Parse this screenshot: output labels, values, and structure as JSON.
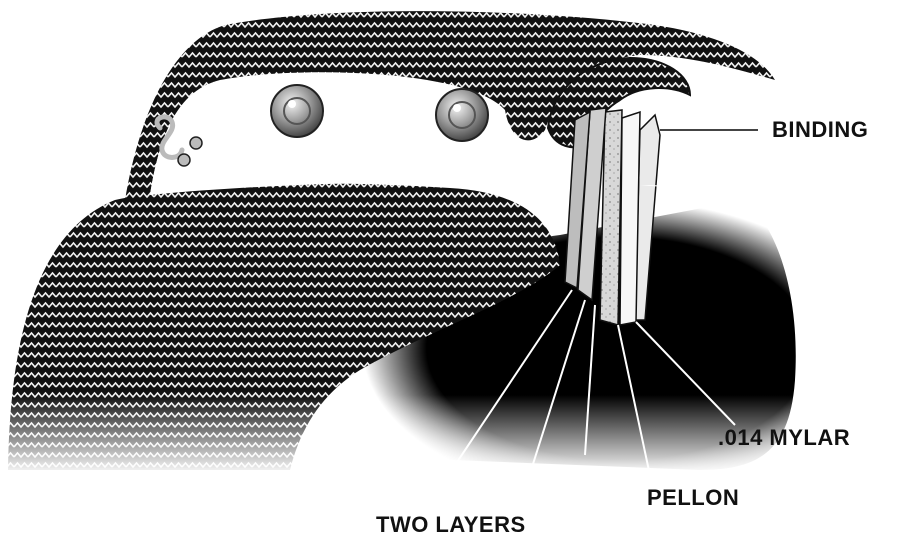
{
  "diagram": {
    "labels": {
      "binding": "BINDING",
      "mylar": ".014 MYLAR",
      "pellon": "PELLON",
      "two_layers": "TWO LAYERS"
    },
    "colors": {
      "fabric_dark": "#111111",
      "fabric_stripe": "#f2f2f2",
      "shadow": "#000000",
      "metal": "#9a9a9a",
      "leader": "#ffffff"
    },
    "icons": [
      "snap-rivet-icon",
      "hook-clip-icon"
    ]
  }
}
